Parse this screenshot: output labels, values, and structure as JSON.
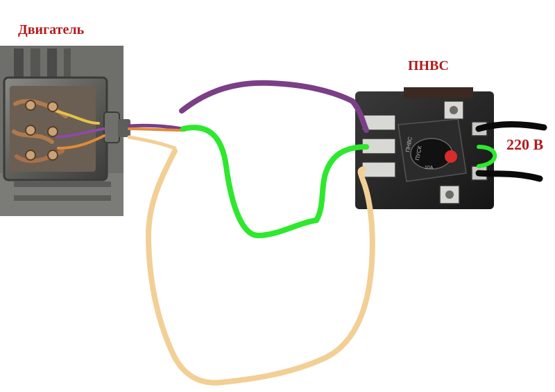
{
  "labels": {
    "motor": "Двигатель",
    "switch": "ПНВС",
    "voltage": "220 В"
  },
  "switch_face": {
    "mark_1": "ПНВС",
    "mark_2": "ПУСК",
    "mark_3": "10А"
  },
  "colors": {
    "label_red": "#b31b1b",
    "wire_purple": "#7a3f86",
    "wire_green": "#2ee82e",
    "wire_tan": "#f2cf95",
    "wire_black": "#0a0a0a",
    "wire_orange": "#e08b3a",
    "button_red": "#d92b2b"
  }
}
